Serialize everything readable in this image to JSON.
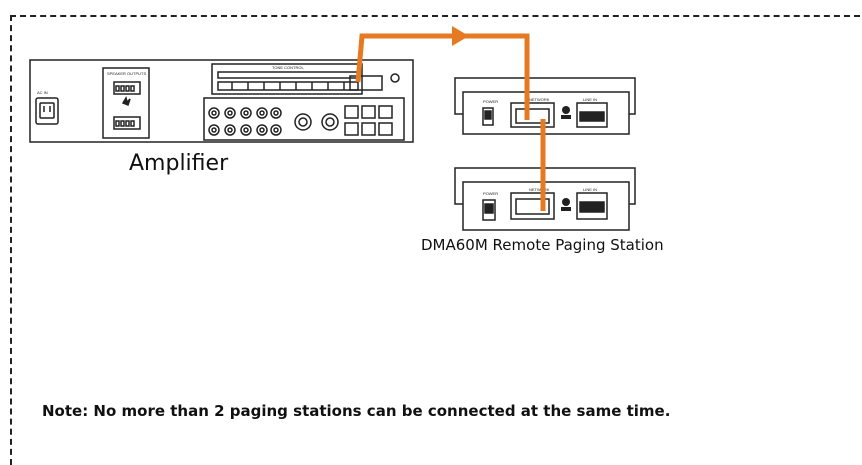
{
  "amplifier": {
    "label": "Amplifier",
    "panel": {
      "power_input_text": "AC IN",
      "speaker_outputs_text": "SPEAKER OUTPUTS",
      "tone_control_text": "TONE CONTROL"
    }
  },
  "paging_station": {
    "label": "DMA60M Remote Paging Station",
    "panel": {
      "power_text": "POWER",
      "network_text": "NETWORK",
      "line_in_text": "LINE IN"
    }
  },
  "note": "Note: No more than 2 paging stations can be connected at the same time.",
  "colors": {
    "cable": "#E57A22",
    "outline": "#222222",
    "frame_dash": "#222222"
  }
}
